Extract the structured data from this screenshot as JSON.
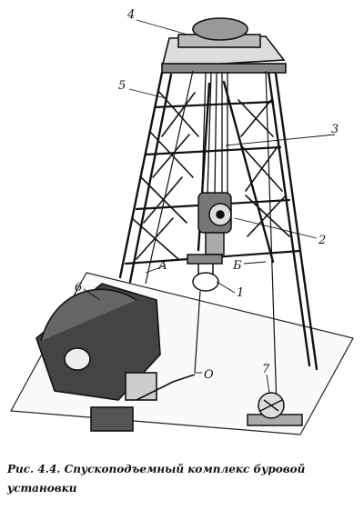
{
  "figure": {
    "callouts": {
      "c1": "1",
      "c2": "2",
      "c3": "3",
      "c4": "4",
      "c5": "5",
      "c6": "6",
      "c7": "7",
      "cA": "А",
      "cB": "Б",
      "cO": "О"
    }
  },
  "caption": {
    "text": "Рис. 4.4. Спускоподъемный комплекс буровой установки"
  }
}
